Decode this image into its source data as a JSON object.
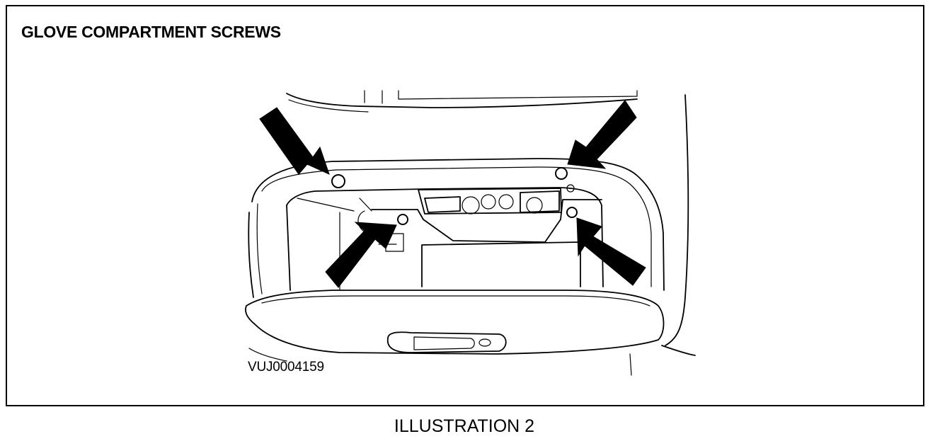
{
  "diagram": {
    "title": "GLOVE COMPARTMENT SCREWS",
    "reference_code": "VUJ0004159",
    "caption": "ILLUSTRATION 2"
  },
  "callouts": [
    {
      "target": "screw",
      "count": 4
    }
  ],
  "colors": {
    "line": "#000000",
    "background": "#ffffff"
  }
}
